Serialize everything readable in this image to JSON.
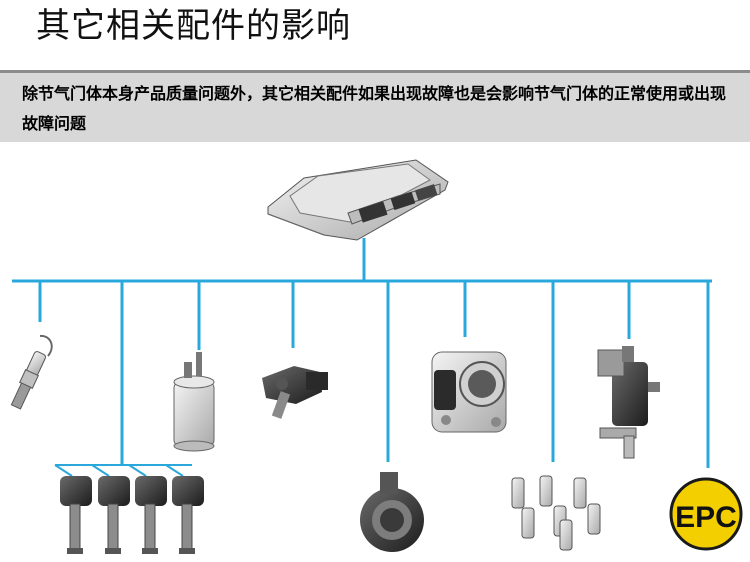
{
  "page": {
    "title": "其它相关配件的影响",
    "banner_text": "除节气门体本身产品质量问题外，其它相关配件如果出现故障也是会影响节气门体的正常使用或出现故障问题"
  },
  "diagram": {
    "hub": "ecu-icon",
    "components": [
      {
        "name": "oxygen-sensor-icon"
      },
      {
        "name": "ignition-coils-icon"
      },
      {
        "name": "fuel-pump-icon"
      },
      {
        "name": "pressure-sensor-icon"
      },
      {
        "name": "air-flow-meter-icon"
      },
      {
        "name": "throttle-body-icon"
      },
      {
        "name": "fuel-injectors-icon"
      },
      {
        "name": "canister-valve-icon"
      },
      {
        "name": "epc-warning-icon"
      }
    ],
    "epc_label": "EPC",
    "colors": {
      "connector_line": "#2aa8dc",
      "banner_bg": "#d8d8d8",
      "epc_yellow": "#f4cf00"
    }
  }
}
